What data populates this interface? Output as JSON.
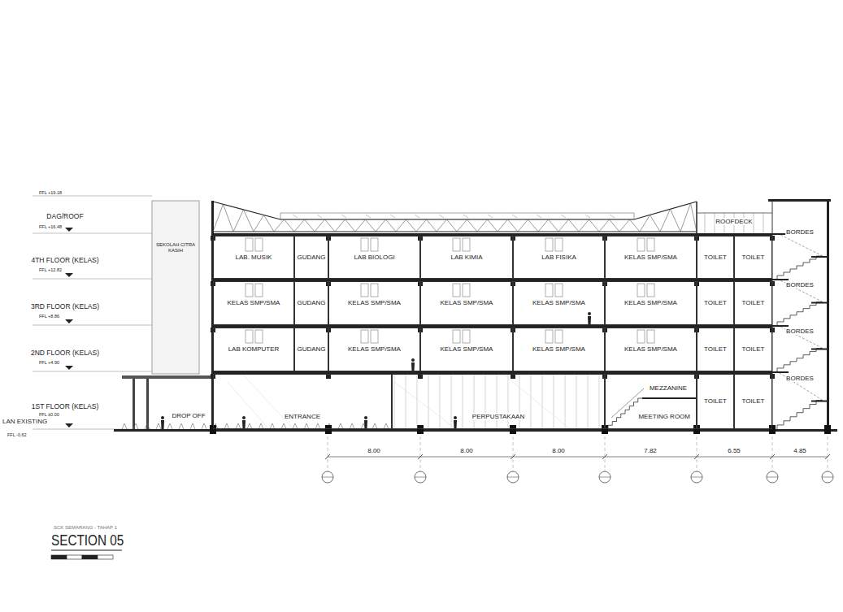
{
  "diagram": {
    "title": "SECTION 05",
    "nodes": [
      {
        "text": [
          "LAB. MUSIK"
        ]
      },
      {
        "text": [
          "GUDANG"
        ]
      },
      {
        "text": [
          "LAB BIOLOGI"
        ]
      },
      {
        "text": [
          "LAB KIMIA"
        ]
      },
      {
        "text": [
          "LAB FISIKA"
        ]
      },
      {
        "text": [
          "KELAS SMP/SMA"
        ]
      },
      {
        "text": [
          "TOILET"
        ]
      },
      {
        "text": [
          "TOILET"
        ]
      },
      {
        "text": [
          "KELAS SMP/SMA"
        ]
      },
      {
        "text": [
          "GUDANG"
        ]
      },
      {
        "text": [
          "KELAS SMP/SMA"
        ]
      },
      {
        "text": [
          "KELAS SMP/SMA"
        ]
      },
      {
        "text": [
          "KELAS SMP/SMA"
        ]
      },
      {
        "text": [
          "KELAS SMP/SMA"
        ]
      },
      {
        "text": [
          "TOILET"
        ]
      },
      {
        "text": [
          "TOILET"
        ]
      },
      {
        "text": [
          "LAB KOMPUTER"
        ]
      },
      {
        "text": [
          "GUDANG"
        ]
      },
      {
        "text": [
          "KELAS SMP/SMA"
        ]
      },
      {
        "text": [
          "KELAS SMP/SMA"
        ]
      },
      {
        "text": [
          "KELAS SMP/SMA"
        ]
      },
      {
        "text": [
          "KELAS SMP/SMA"
        ]
      },
      {
        "text": [
          "TOILET"
        ]
      },
      {
        "text": [
          "TOILET"
        ]
      },
      {
        "text": [
          "ENTRANCE"
        ]
      },
      {
        "text": [
          "PERPUSTAKAAN"
        ]
      },
      {
        "text": [
          "MEETING ROOM"
        ]
      },
      {
        "text": [
          "TOILET"
        ]
      },
      {
        "text": [
          "TOILET"
        ]
      }
    ],
    "labels": [
      "FFL +19.18",
      "DAG/ROOF",
      "FFL +16.48",
      "ROOFDECK",
      "BORDES",
      "4TH FLOOR (KELAS)",
      "FFL +12.82",
      "BORDES",
      "3RD FLOOR (KELAS)",
      "FFL +8.86",
      "BORDES",
      "2ND FLOOR (KELAS)",
      "FFL +4.90",
      "BORDES",
      "MEZZANINE",
      "1ST FLOOR (KELAS)",
      "FFL ±0.00",
      "DROP OFF",
      "LAN EXISTING",
      "FFL -0.62",
      "SEKOLAH CITRA KASIH",
      "8.00",
      "8.00",
      "8.00",
      "7.82",
      "6.55",
      "4.85",
      "SCK SEMARANG - TAHAP 1"
    ]
  }
}
